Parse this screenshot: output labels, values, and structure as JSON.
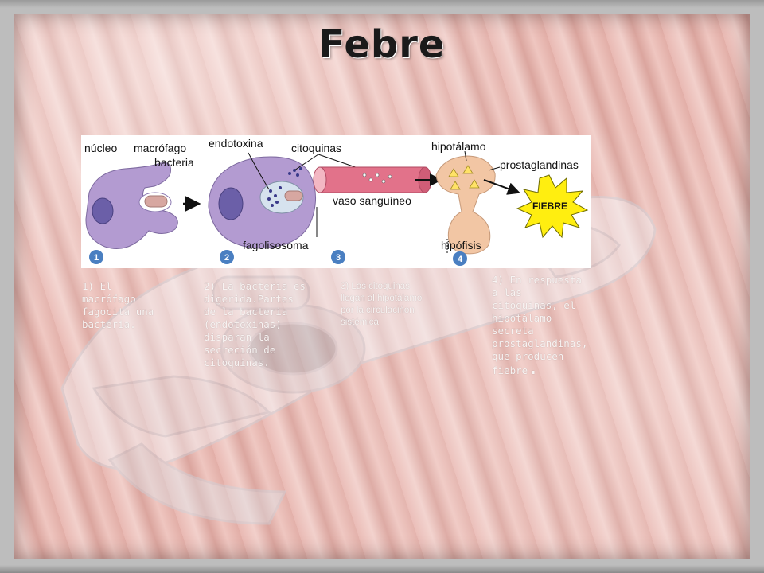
{
  "title": "Febre",
  "diagram": {
    "labels": {
      "nucleo": "núcleo",
      "macrofago": "macrófago",
      "bacteria": "bacteria",
      "endotoxina": "endotoxina",
      "citoquinas": "citoquinas",
      "vaso": "vaso sanguíneo",
      "hipotalamo": "hipotálamo",
      "prostaglandinas": "prostaglandinas",
      "fagolisosoma": "fagolisosoma",
      "hipofisis": "hipófisis",
      "fiebre": "FIEBRE"
    },
    "badges": [
      "1",
      "2",
      "3",
      "4"
    ]
  },
  "steps": [
    "1) El macrófago fagocita una bacteria.",
    "2) La bacteria es digerida.Partes de la bacteria (endotoxinas) disparan la secreción de citoquinas.",
    "3) Las citoquinas llegan al hipotálamo por la circulacińon sistémica",
    "4) En respuesta a las citoquinas, el hipotálamo secreta prostaglandinas, que producen fiebre"
  ],
  "step4_end": ".",
  "colors": {
    "cell": "#b39bd1",
    "badge": "#4a7fc1",
    "vessel": "#e2728a",
    "gland": "#f2c6a4",
    "starburst": "#ffee10"
  }
}
